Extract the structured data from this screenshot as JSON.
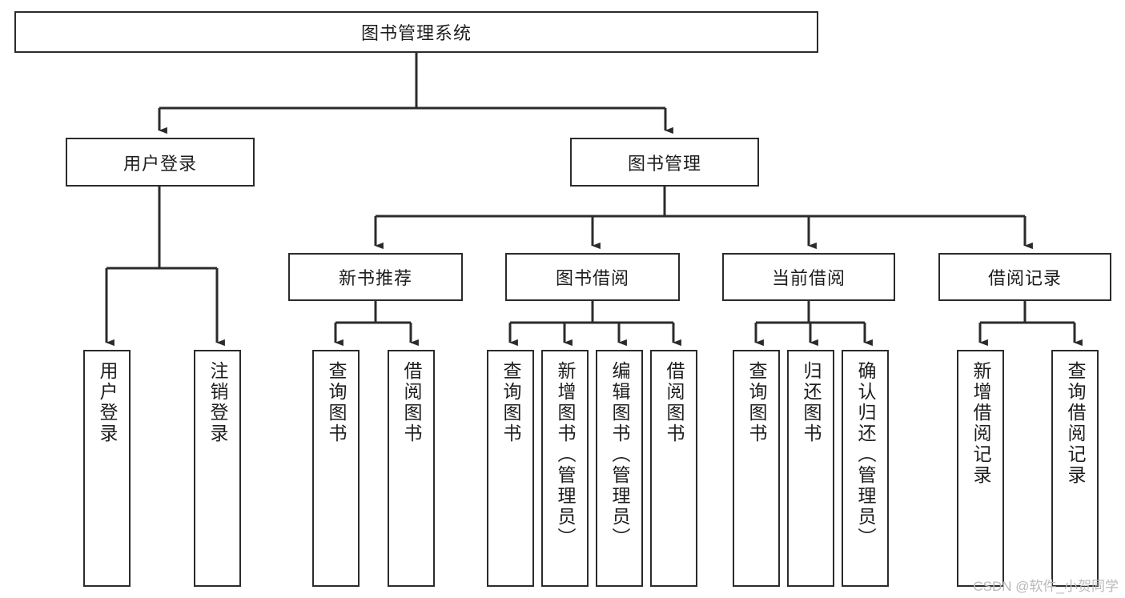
{
  "diagram": {
    "title": "图书管理系统",
    "type": "tree-hierarchy",
    "orientation": "top-down",
    "colors": {
      "box_border": "#2b2b2b",
      "box_fill": "#ffffff",
      "connector": "#2b2b2b",
      "text": "#1d1d1d",
      "watermark": "#b9b9b9"
    },
    "root": {
      "label": "图书管理系统"
    },
    "level2": [
      {
        "id": "user-login",
        "label": "用户登录"
      },
      {
        "id": "book-manage",
        "label": "图书管理"
      }
    ],
    "level3": [
      {
        "id": "new-book-recommend",
        "label": "新书推荐"
      },
      {
        "id": "book-borrow",
        "label": "图书借阅"
      },
      {
        "id": "current-borrow",
        "label": "当前借阅"
      },
      {
        "id": "borrow-record",
        "label": "借阅记录"
      }
    ],
    "leaves": {
      "user_login": [
        {
          "id": "leaf-user-login",
          "label": "用户登录"
        },
        {
          "id": "leaf-logout-login",
          "label": "注销登录"
        }
      ],
      "new_book_recommend": [
        {
          "id": "leaf-query-book-1",
          "label": "查询图书"
        },
        {
          "id": "leaf-borrow-book-1",
          "label": "借阅图书"
        }
      ],
      "book_borrow": [
        {
          "id": "leaf-query-book-2",
          "label": "查询图书"
        },
        {
          "id": "leaf-add-book",
          "label": "新增图书（管理员）"
        },
        {
          "id": "leaf-edit-book",
          "label": "编辑图书（管理员）"
        },
        {
          "id": "leaf-borrow-book-2",
          "label": "借阅图书"
        }
      ],
      "current_borrow": [
        {
          "id": "leaf-query-book-3",
          "label": "查询图书"
        },
        {
          "id": "leaf-return-book",
          "label": "归还图书"
        },
        {
          "id": "leaf-confirm-return",
          "label": "确认归还（管理员）"
        }
      ],
      "borrow_record": [
        {
          "id": "leaf-add-record",
          "label": "新增借阅记录"
        },
        {
          "id": "leaf-query-record",
          "label": "查询借阅记录"
        }
      ]
    },
    "watermark": "CSDN @软件_小贺同学"
  }
}
